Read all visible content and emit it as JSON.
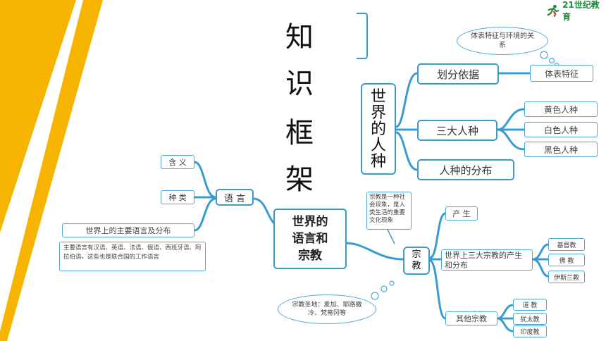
{
  "title_chars": [
    "知",
    "识",
    "框",
    "架"
  ],
  "logo": {
    "text": "21世纪教育"
  },
  "world_race": {
    "center": [
      "世",
      "界",
      "的",
      "人",
      "种"
    ],
    "branches": {
      "basis": "划分依据",
      "three": "三大人种",
      "distribution": "人种的分布"
    },
    "body_feature": "体表特征",
    "races": [
      "黄色人种",
      "白色人种",
      "黑色人种"
    ],
    "cloud": "体表特征与环境的关系"
  },
  "language": {
    "label": "语 言",
    "meaning": "含 义",
    "types": "种 类",
    "main_dist": "世界上的主要语言及分布",
    "note": "主要语言有汉语、英语、法语、俄语、西班牙语、阿拉伯语，这些也是联合国的工作语言"
  },
  "center_card": {
    "line1": "世界的",
    "line2": "语言和",
    "line3": "宗教"
  },
  "religion": {
    "label1": "宗",
    "label2": "教",
    "origin": "产 生",
    "three_religions": "世界上三大宗教的产生和分布",
    "three_list": [
      "基督教",
      "佛 教",
      "伊斯兰教"
    ],
    "other": "其他宗教",
    "other_list": [
      "道 教",
      "犹太教",
      "印度教"
    ],
    "note": "宗教是一种社会现象，是人类生活的重要文化现象",
    "holy": "宗教圣地：麦加、耶路撒冷、梵蒂冈等"
  }
}
